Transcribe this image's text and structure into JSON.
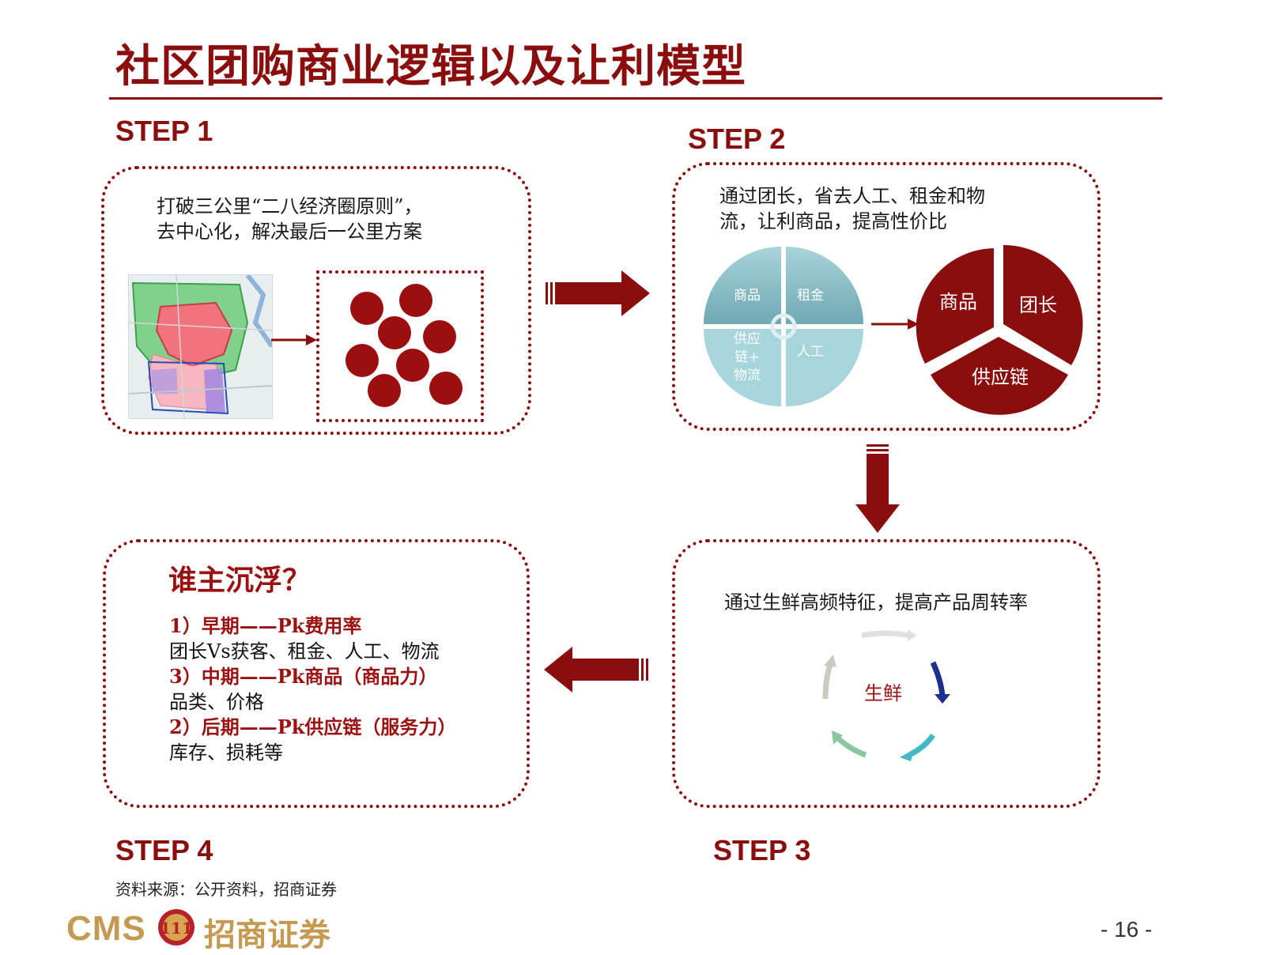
{
  "title": "社区团购商业逻辑以及让利模型",
  "steps": {
    "step1": {
      "label": "STEP 1",
      "text_line1": "打破三公里“二八经济圈原则”，",
      "text_line2": "去中心化，解决最后一公里方案"
    },
    "step2": {
      "label": "STEP 2",
      "text_line1": "通过团长，省去人工、租金和物",
      "text_line2": "流，让利商品，提高性价比",
      "quadrants": [
        "商品",
        "租金",
        "供应链+物流",
        "人工"
      ],
      "quadrant_lines": {
        "tl": "商品",
        "tr": "租金",
        "bl1": "供应",
        "bl2": "链+",
        "bl3": "物流",
        "br": "人工"
      },
      "pie_segments": [
        "商品",
        "团长",
        "供应链"
      ]
    },
    "step3": {
      "label": "STEP 3",
      "text": "通过生鲜高频特征，提高产品周转率",
      "center": "生鲜"
    },
    "step4": {
      "label": "STEP 4",
      "heading": "谁主沉浮？",
      "lines": [
        {
          "text": "1）早期——Pk费用率",
          "emphasis": true
        },
        {
          "text": "团长Vs获客、租金、人工、物流",
          "emphasis": false
        },
        {
          "text": "3）中期——Pk商品（商品力）",
          "emphasis": true
        },
        {
          "text": "品类、价格",
          "emphasis": false
        },
        {
          "text": "2）后期——Pk供应链（服务力）",
          "emphasis": true
        },
        {
          "text": "库存、损耗等",
          "emphasis": false
        }
      ]
    }
  },
  "source": "资料来源：公开资料，招商证券",
  "logo": {
    "cms": "CMS",
    "emblem": "111",
    "brand": "招商证券"
  },
  "page_number": "- 16 -",
  "colors": {
    "accent": "#8b0e0e",
    "teal": "#8fc3cc",
    "gold": "#c49a52"
  }
}
